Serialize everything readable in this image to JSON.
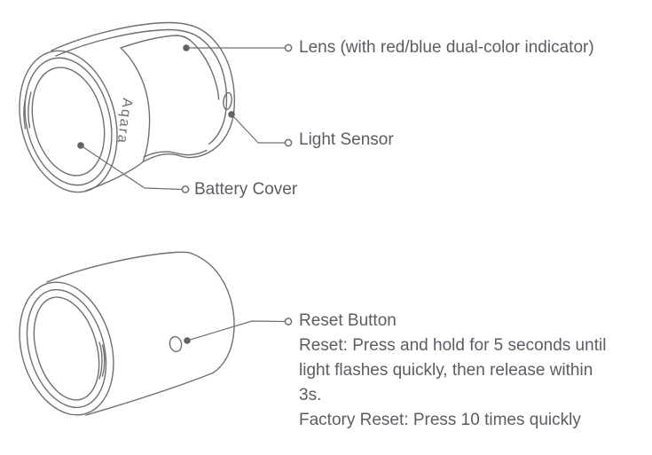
{
  "device_logo": "Aqara",
  "colors": {
    "line": "#6e6f71",
    "text": "#5b5d63",
    "dot": "#5f6063",
    "background": "#ffffff"
  },
  "callouts": {
    "lens": {
      "label": "Lens (with red/blue dual-color indicator)"
    },
    "light_sensor": {
      "label": "Light Sensor"
    },
    "battery_cover": {
      "label": "Battery Cover"
    },
    "reset_button": {
      "label": "Reset Button",
      "instruction_lines": [
        "Reset: Press and hold for 5 seconds until",
        "light flashes quickly, then release within",
        "3s.",
        "Factory Reset: Press 10 times quickly"
      ]
    }
  }
}
